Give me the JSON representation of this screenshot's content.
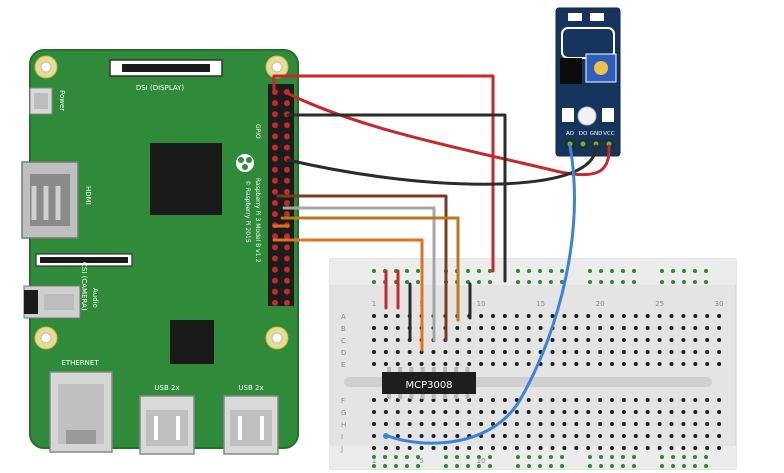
{
  "pi": {
    "dsi_label": "DSI (DISPLAY)",
    "power_label": "Power",
    "hdmi_label": "HDMI",
    "csi_label": "CSI (CAMERA)",
    "audio_label": "Audio",
    "ethernet_label": "ETHERNET",
    "usb_left_label": "USB 2x",
    "usb_right_label": "USB 2x",
    "gpio_label": "GPIO",
    "model_label": "Raspberry Pi 3 Model B v1.2",
    "copyright_label": "© Raspberry Pi 2015"
  },
  "chip": {
    "label": "MCP3008"
  },
  "sensor": {
    "pins": [
      "AO",
      "DO",
      "GND",
      "VCC"
    ]
  },
  "breadboard": {
    "row_letters_top": [
      "A",
      "B",
      "C",
      "D",
      "E"
    ],
    "row_letters_bottom": [
      "F",
      "G",
      "H",
      "I",
      "J"
    ],
    "column_numbers_top": [
      "1",
      "5",
      "10",
      "15",
      "20",
      "25",
      "30"
    ],
    "column_numbers_bottom": [
      "1",
      "5",
      "10"
    ]
  },
  "wire_colors": {
    "red": "#c8282b",
    "black": "#2b2b2b",
    "brown": "#7a3b1e",
    "gray": "#a6a6a6",
    "gold": "#b97a1b",
    "orange": "#e0721e",
    "blue": "#3c83d6"
  },
  "board_colors": {
    "pcb": "#2f8a3a",
    "module": "#16355e",
    "breadboard": "#e4e4e4"
  }
}
